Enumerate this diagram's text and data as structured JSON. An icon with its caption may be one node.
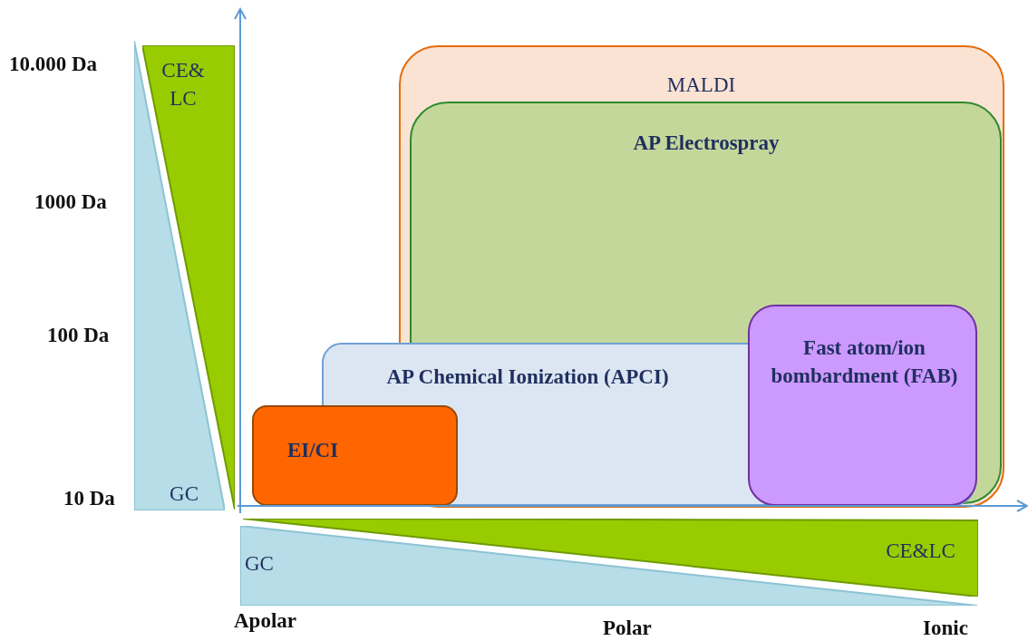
{
  "diagram": {
    "nodes": [
      {
        "text": [
          "CE& LC"
        ]
      },
      {
        "text": [
          "GC"
        ]
      },
      {
        "text": [
          "MALDI"
        ]
      },
      {
        "text": [
          "AP Electrospray"
        ],
        "in": 2
      },
      {
        "text": [
          "AP Chemical Ionization (APCI)"
        ]
      },
      {
        "text": [
          "Fast atom/ion bombardment (FAB)"
        ],
        "in": 3
      },
      {
        "text": [
          "EI/CI"
        ]
      },
      {
        "text": [
          "CE&LC"
        ]
      },
      {
        "text": [
          "GC"
        ]
      }
    ],
    "edges": [],
    "labels": [
      "10.000 Da",
      "1000 Da",
      "100 Da",
      "10 Da",
      "Apolar",
      "Polar",
      "Ionic"
    ]
  }
}
